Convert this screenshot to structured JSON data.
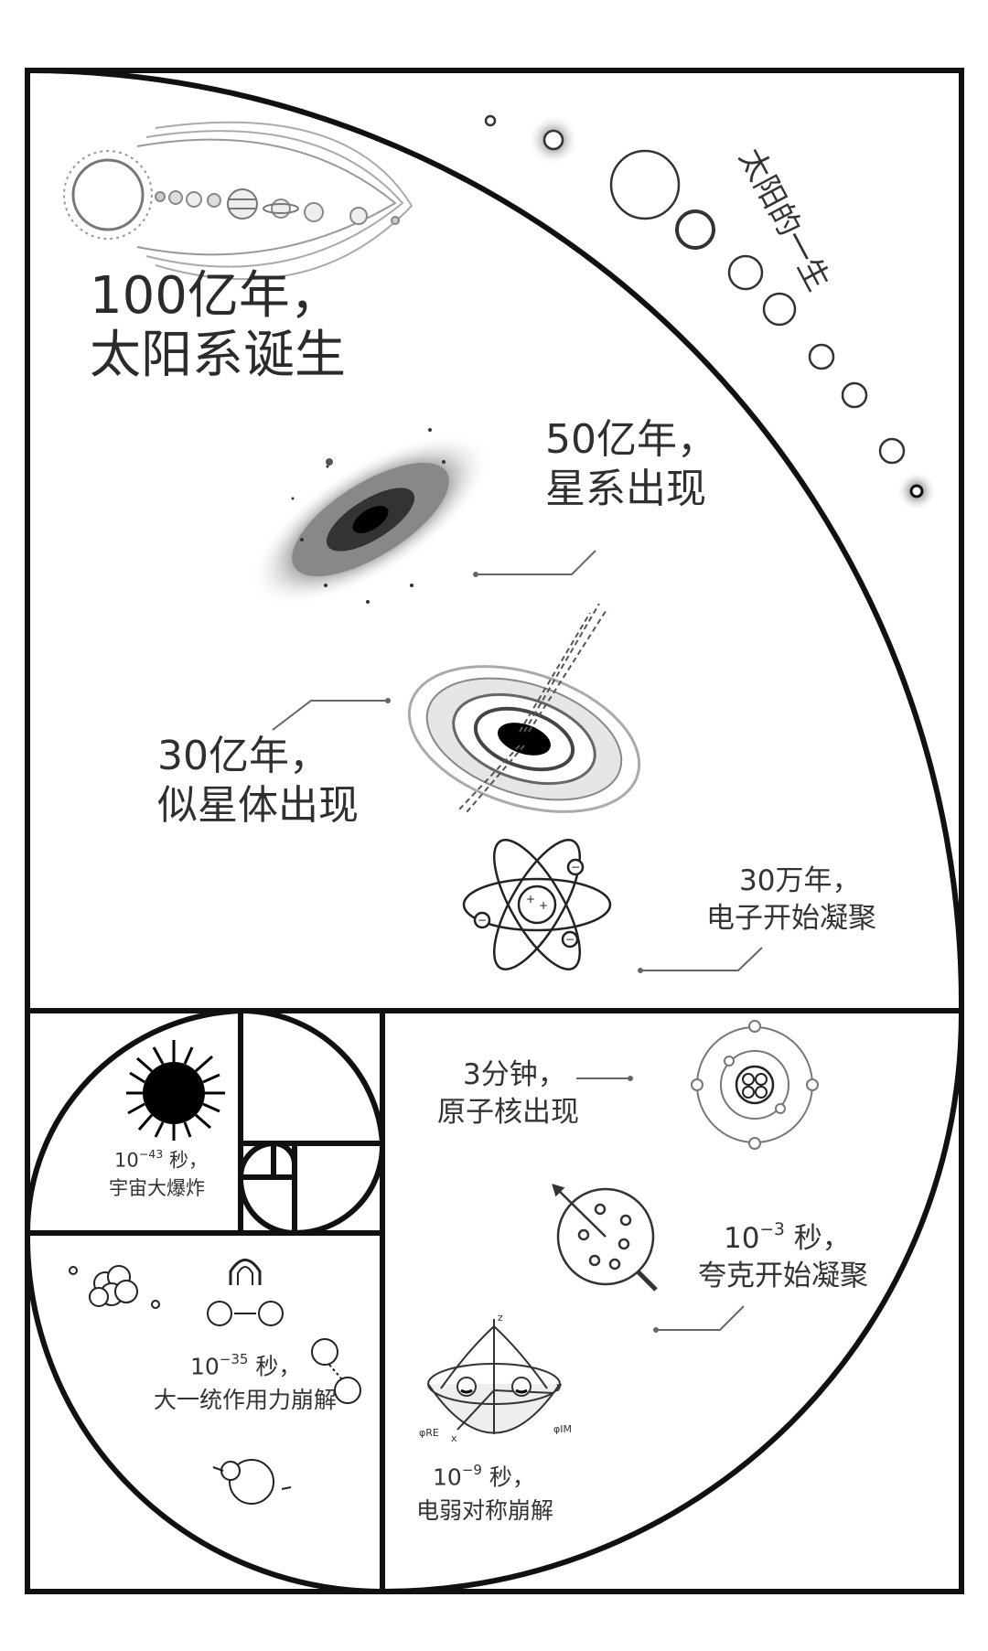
{
  "sun_life": {
    "title": "太阳的一生"
  },
  "events": {
    "solar_system": {
      "line1": "100亿年，",
      "line2": "太阳系诞生"
    },
    "galaxies": {
      "line1": "50亿年，",
      "line2": "星系出现"
    },
    "quasars": {
      "line1": "30亿年，",
      "line2": "似星体出现"
    },
    "electrons": {
      "line1": "30万年，",
      "line2": "电子开始凝聚"
    },
    "nuclei": {
      "line1": "3分钟，",
      "line2": "原子核出现"
    },
    "quarks": {
      "base": "10",
      "exp": "−3",
      "unit": " 秒，",
      "line2": "夸克开始凝聚"
    },
    "electroweak": {
      "base": "10",
      "exp": "−9",
      "unit": " 秒，",
      "line2": "电弱对称崩解"
    },
    "gut": {
      "base": "10",
      "exp": "−35",
      "unit": " 秒，",
      "line2": "大一统作用力崩解"
    },
    "big_bang": {
      "base": "10",
      "exp": "−43",
      "unit": " 秒，",
      "line2": "宇宙大爆炸"
    }
  },
  "diagram_symbols": {
    "z_axis": "z",
    "y_axis": "y",
    "x_axis": "x",
    "phi_re": "φRE",
    "phi_im": "φIM",
    "plus": "+",
    "minus": "−"
  }
}
